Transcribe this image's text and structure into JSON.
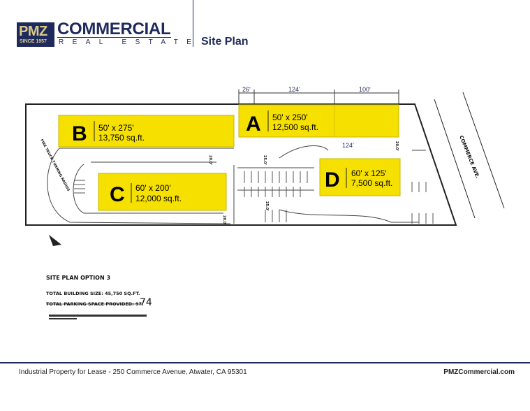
{
  "header": {
    "logo_pmz": "PMZ",
    "logo_since": "SINCE 1957",
    "logo_commercial": "COMMERCIAL",
    "logo_real_estate": "REAL ESTATE",
    "title": "Site Plan"
  },
  "site_plan": {
    "buildings": [
      {
        "letter": "B",
        "dims": "50' x 275'",
        "area": "13,750 sq.ft."
      },
      {
        "letter": "A",
        "dims": "50' x 250'",
        "area": "12,500 sq.ft."
      },
      {
        "letter": "C",
        "dims": "60' x 200'",
        "area": "12,000 sq.ft."
      },
      {
        "letter": "D",
        "dims": "60' x 125'",
        "area": "7,500 sq.ft."
      }
    ],
    "dimensions": {
      "d1": "26'",
      "d2": "124'",
      "d3": "100'",
      "d4": "124'",
      "drive1": "20.0'",
      "drive2": "25.0'",
      "drive3": "25.0'",
      "drive4": "20.0'",
      "drive5": "20.0'"
    },
    "street": "COMMERCE AVE.",
    "fire_truck": "FIRE TRUCK TURNING RADIUS",
    "option_title": "SITE PLAN OPTION 3",
    "building_size": "TOTAL BUILDING SIZE: 45,750 SQ.FT.",
    "parking": "TOTAL PARKING SPACE PROVIDED: 97",
    "parking_handwritten": "74",
    "highlight_color": "#f5e000"
  },
  "footer": {
    "address": "Industrial Property for Lease - 250 Commerce Avenue, Atwater, CA 95301",
    "website": "PMZCommercial.com"
  }
}
